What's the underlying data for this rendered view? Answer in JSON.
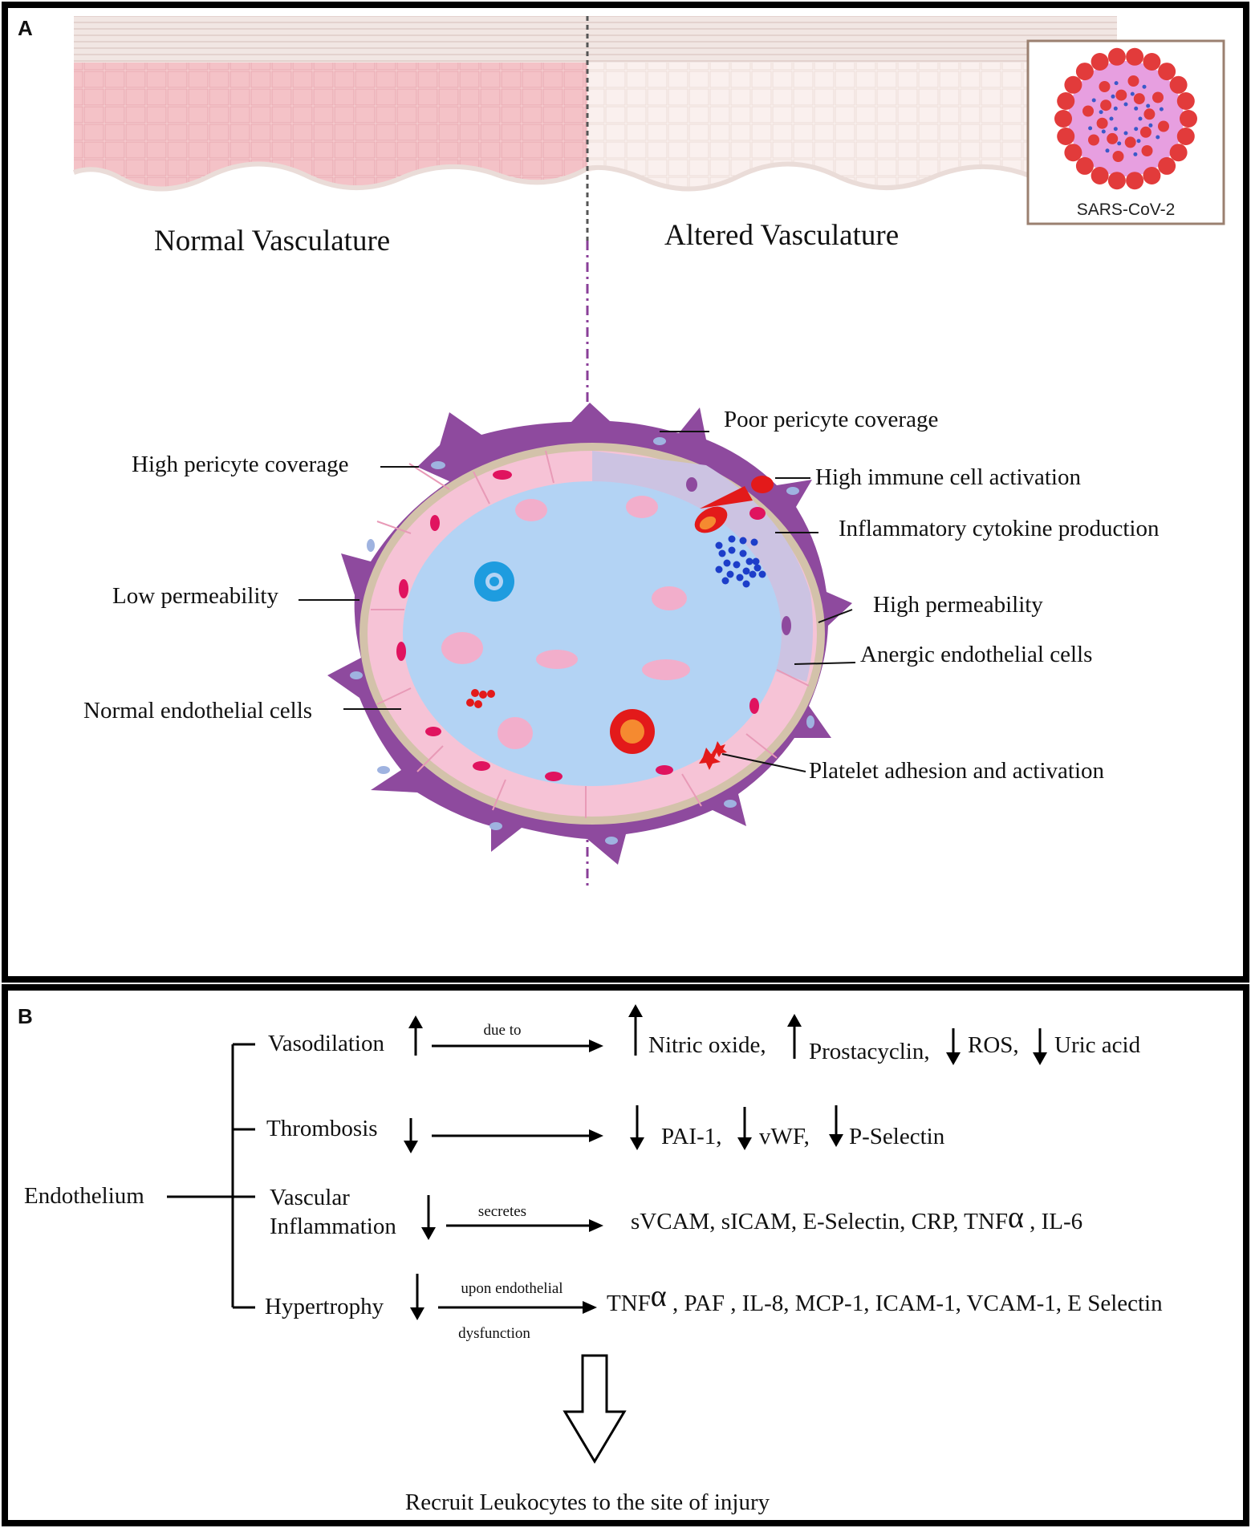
{
  "panelA": {
    "letter": "A",
    "left_title": "Normal Vasculature",
    "right_title": "Altered Vasculature",
    "virus_label": "SARS-CoV-2",
    "left_labels": {
      "pericyte": "High pericyte coverage",
      "permeability": "Low permeability",
      "endothelial": "Normal endothelial cells"
    },
    "right_labels": {
      "pericyte": "Poor pericyte coverage",
      "immune": "High immune cell activation",
      "cytokine": "Inflammatory cytokine production",
      "permeability": "High permeability",
      "anergic": "Anergic endothelial cells",
      "platelet": "Platelet adhesion and activation"
    },
    "colors": {
      "pericyte": "#8e4a9e",
      "endothelium": "#f6c3d6",
      "lumen": "#b3d3f4",
      "nucleus": "#e0135f",
      "virus_spike": "#e23b3b",
      "virus_body": "#e79fe0"
    }
  },
  "panelB": {
    "letter": "B",
    "root": "Endothelium",
    "rows": [
      {
        "name": "Vasodilation",
        "direction": "up",
        "arrow_label": "due to",
        "result_items": [
          {
            "dir": "up",
            "text": "Nitric oxide,"
          },
          {
            "dir": "up",
            "text": "Prostacyclin,"
          },
          {
            "dir": "down",
            "text": "ROS,"
          },
          {
            "dir": "down",
            "text": "Uric acid"
          }
        ]
      },
      {
        "name": "Thrombosis",
        "direction": "down",
        "arrow_label": "",
        "result_items": [
          {
            "dir": "down",
            "text": "PAI-1,"
          },
          {
            "dir": "down",
            "text": "vWF,"
          },
          {
            "dir": "down",
            "text": "P-Selectin"
          }
        ]
      },
      {
        "name_line1": "Vascular",
        "name_line2": "Inflammation",
        "direction": "down",
        "arrow_label": "secretes",
        "result_parts": [
          "sVCAM,  sICAM, E-Selectin, CRP, TNF",
          "α",
          " , IL-6"
        ]
      },
      {
        "name": "Hypertrophy",
        "direction": "down",
        "arrow_label_top": "upon endothelial",
        "arrow_label_bottom": "dysfunction",
        "result_parts": [
          "TNF",
          "α",
          " , PAF , IL-8, MCP-1, ICAM-1, VCAM-1, E Selectin"
        ]
      }
    ],
    "outcome": "Recruit Leukocytes to the site of injury"
  }
}
